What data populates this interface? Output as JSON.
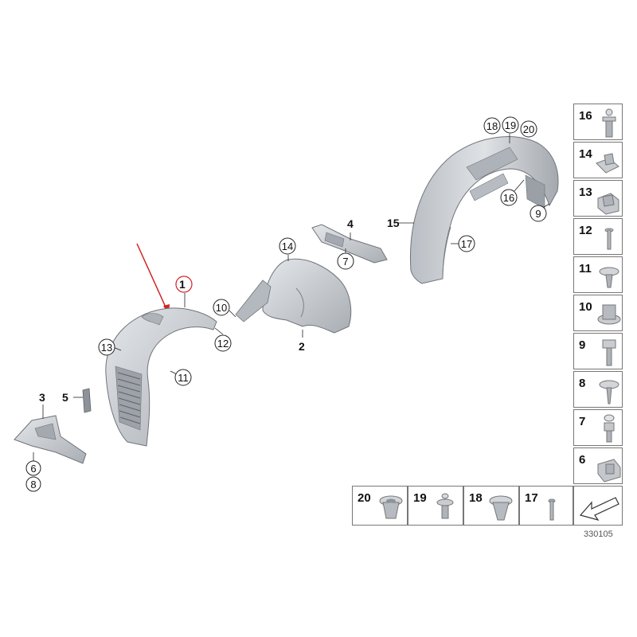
{
  "callouts": {
    "c1": "1",
    "c2": "2",
    "c3": "3",
    "c4": "4",
    "c5": "5",
    "c6": "6",
    "c7": "7",
    "c8": "8",
    "c9": "9",
    "c10": "10",
    "c11": "11",
    "c12": "12",
    "c13": "13",
    "c14": "14",
    "c15": "15",
    "c16": "16",
    "c17": "17",
    "c18": "18",
    "c19": "19",
    "c20": "20"
  },
  "parts_grid": {
    "vertical": [
      "16",
      "14",
      "13",
      "12",
      "11",
      "10",
      "9",
      "8",
      "7",
      "6"
    ],
    "bottom": [
      "20",
      "19",
      "18",
      "17"
    ]
  },
  "reference": "330105",
  "colors": {
    "highlight": "#d32222",
    "part_fill": "#c9cdd2",
    "part_stroke": "#6f747a"
  }
}
